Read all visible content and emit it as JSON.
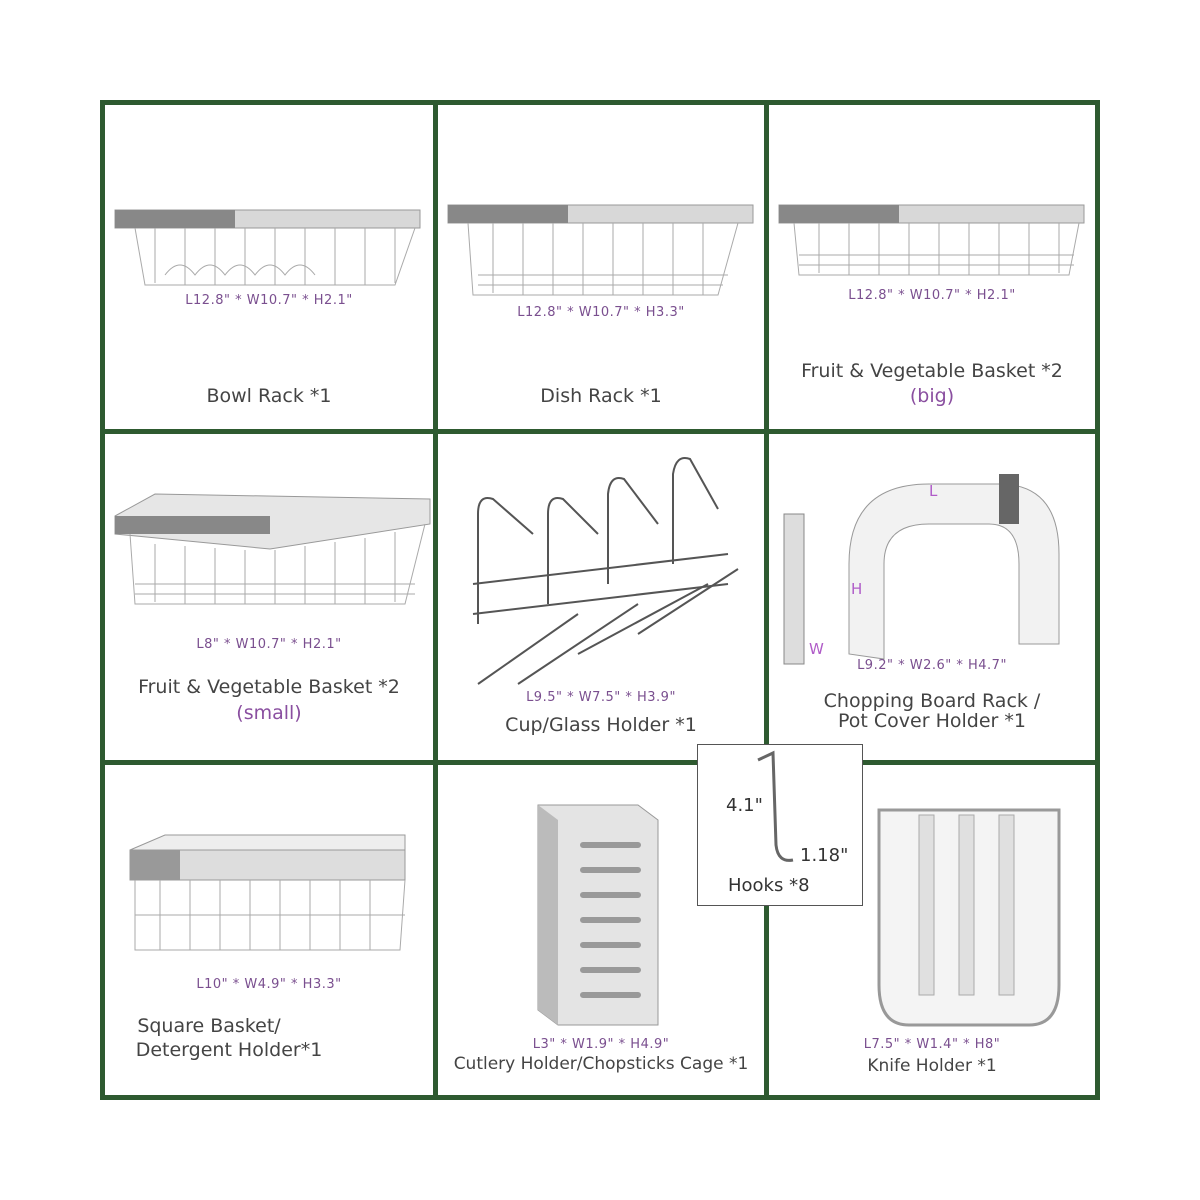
{
  "items": [
    {
      "name": "Bowl Rack *1",
      "dims": "L12.8\" * W10.7\" * H2.1\""
    },
    {
      "name": "Dish Rack *1",
      "dims": "L12.8\" * W10.7\" * H3.3\""
    },
    {
      "name": "Fruit & Vegetable Basket *2",
      "sub": "(big)",
      "dims": "L12.8\" * W10.7\" * H2.1\""
    },
    {
      "name": "Fruit & Vegetable Basket *2",
      "sub": "(small)",
      "dims": "L8\" * W10.7\" * H2.1\""
    },
    {
      "name": "Cup/Glass Holder *1",
      "dims": "L9.5\" * W7.5\" * H3.9\""
    },
    {
      "name": "Chopping Board Rack /",
      "name2": "Pot Cover Holder *1",
      "dims": "L9.2\" * W2.6\" * H4.7\""
    },
    {
      "name": "Square Basket/",
      "name2": "Detergent Holder*1",
      "dims": "L10\" * W4.9\" * H3.3\""
    },
    {
      "name": "Cutlery Holder/Chopsticks Cage *1",
      "dims": "L3\" * W1.9\" * H4.9\""
    },
    {
      "name": "Knife Holder *1",
      "dims": "L7.5\" * W1.4\" * H8\""
    }
  ],
  "hooks": {
    "name": "Hooks *8",
    "height": "4.1\"",
    "width": "1.18\""
  },
  "axis_labels": {
    "l": "L",
    "w": "W",
    "h": "H"
  },
  "colors": {
    "border": "#2e5a30",
    "dims": "#7a4f8f",
    "label": "#b05cc8"
  }
}
